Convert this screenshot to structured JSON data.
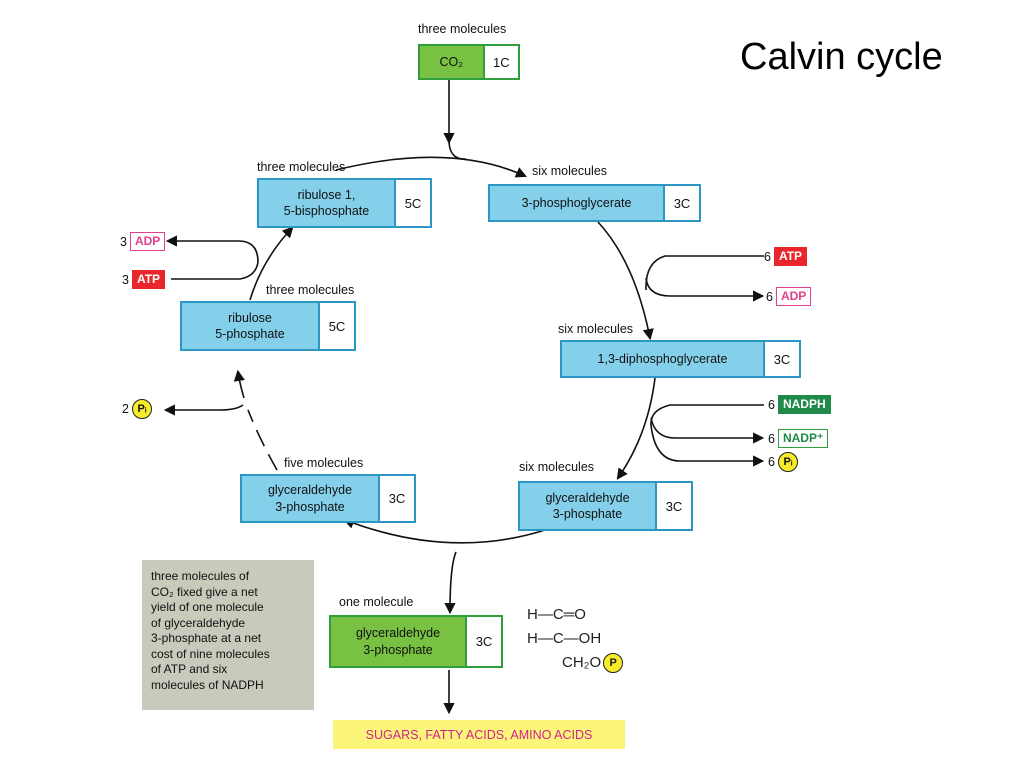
{
  "title": "Calvin cycle",
  "colors": {
    "blue_box": "#84d0ea",
    "green_box": "#78c143",
    "atp": "#e8262b",
    "adp": "#e23f8e",
    "nadph": "#1f8a4a",
    "pi": "#f7ec2a",
    "note": "#c7cbbc",
    "products": "#fbf57a"
  },
  "nodes": {
    "co2": {
      "count": "three molecules",
      "name": "CO₂",
      "carbons": "1C"
    },
    "pga": {
      "count": "six molecules",
      "name": "3-phosphoglycerate",
      "carbons": "3C"
    },
    "dpga": {
      "count": "six molecules",
      "name": "1,3-diphosphoglycerate",
      "carbons": "3C"
    },
    "g3p_six": {
      "count": "six molecules",
      "name": "glyceraldehyde\n3-phosphate",
      "carbons": "3C"
    },
    "g3p_five": {
      "count": "five molecules",
      "name": "glyceraldehyde\n3-phosphate",
      "carbons": "3C"
    },
    "ru5p": {
      "count": "three molecules",
      "name": "ribulose\n5-phosphate",
      "carbons": "5C"
    },
    "rubp": {
      "count": "three molecules",
      "name": "ribulose 1,\n5-bisphosphate",
      "carbons": "5C"
    },
    "g3p_one": {
      "count": "one molecule",
      "name": "glyceraldehyde\n3-phosphate",
      "carbons": "3C"
    }
  },
  "cofactors": {
    "atp_in_right": {
      "num": "6",
      "label": "ATP"
    },
    "adp_out_right": {
      "num": "6",
      "label": "ADP"
    },
    "nadph_in": {
      "num": "6",
      "label": "NADPH"
    },
    "nadp_out": {
      "num": "6",
      "label": "NADP⁺"
    },
    "pi_out_right": {
      "num": "6",
      "label": "Pᵢ"
    },
    "adp_out_left": {
      "num": "3",
      "label": "ADP"
    },
    "atp_in_left": {
      "num": "3",
      "label": "ATP"
    },
    "pi_out_left": {
      "num": "2",
      "label": "Pᵢ"
    }
  },
  "note": "three molecules of\nCO₂ fixed give a net\nyield of one molecule\nof glyceraldehyde\n3-phosphate at a net\ncost of nine molecules\nof ATP and six\nmolecules of NADPH",
  "products": "SUGARS, FATTY ACIDS, AMINO ACIDS",
  "structure": {
    "line1": "H—C═O",
    "line2": "H—C—OH",
    "line3": "CH₂O",
    "phosphate": "P"
  }
}
